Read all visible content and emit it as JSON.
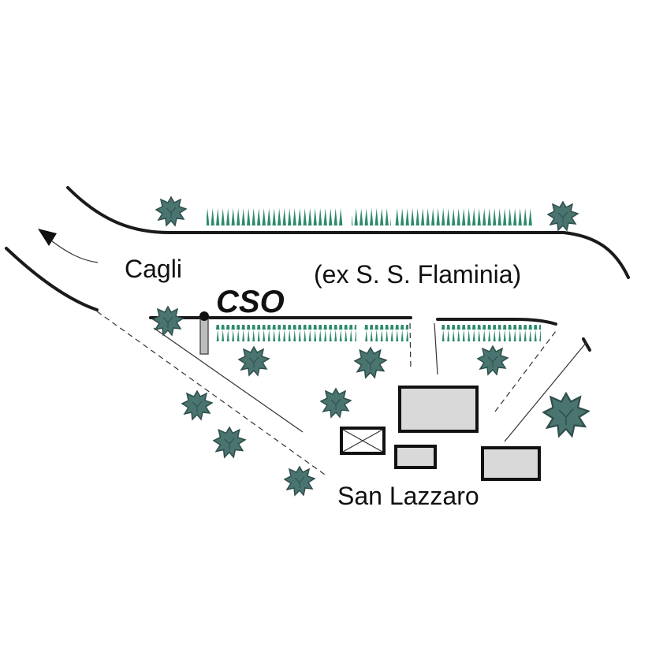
{
  "labels": {
    "town_left": "Cagli",
    "road_name": "(ex S. S. Flaminia)",
    "station": "CSO",
    "town_bottom": "San Lazzaro"
  },
  "colors": {
    "tree": "#4a7470",
    "tree_dark": "#2f4f4c",
    "hedge": "#2e8b6a",
    "building_fill": "#d9d9d9",
    "road": "#1a1a1a"
  },
  "icons": {
    "tree": "tree-icon",
    "hedge": "hedge-row",
    "direction": "arrow-icon",
    "station_marker": "station-marker-icon"
  }
}
